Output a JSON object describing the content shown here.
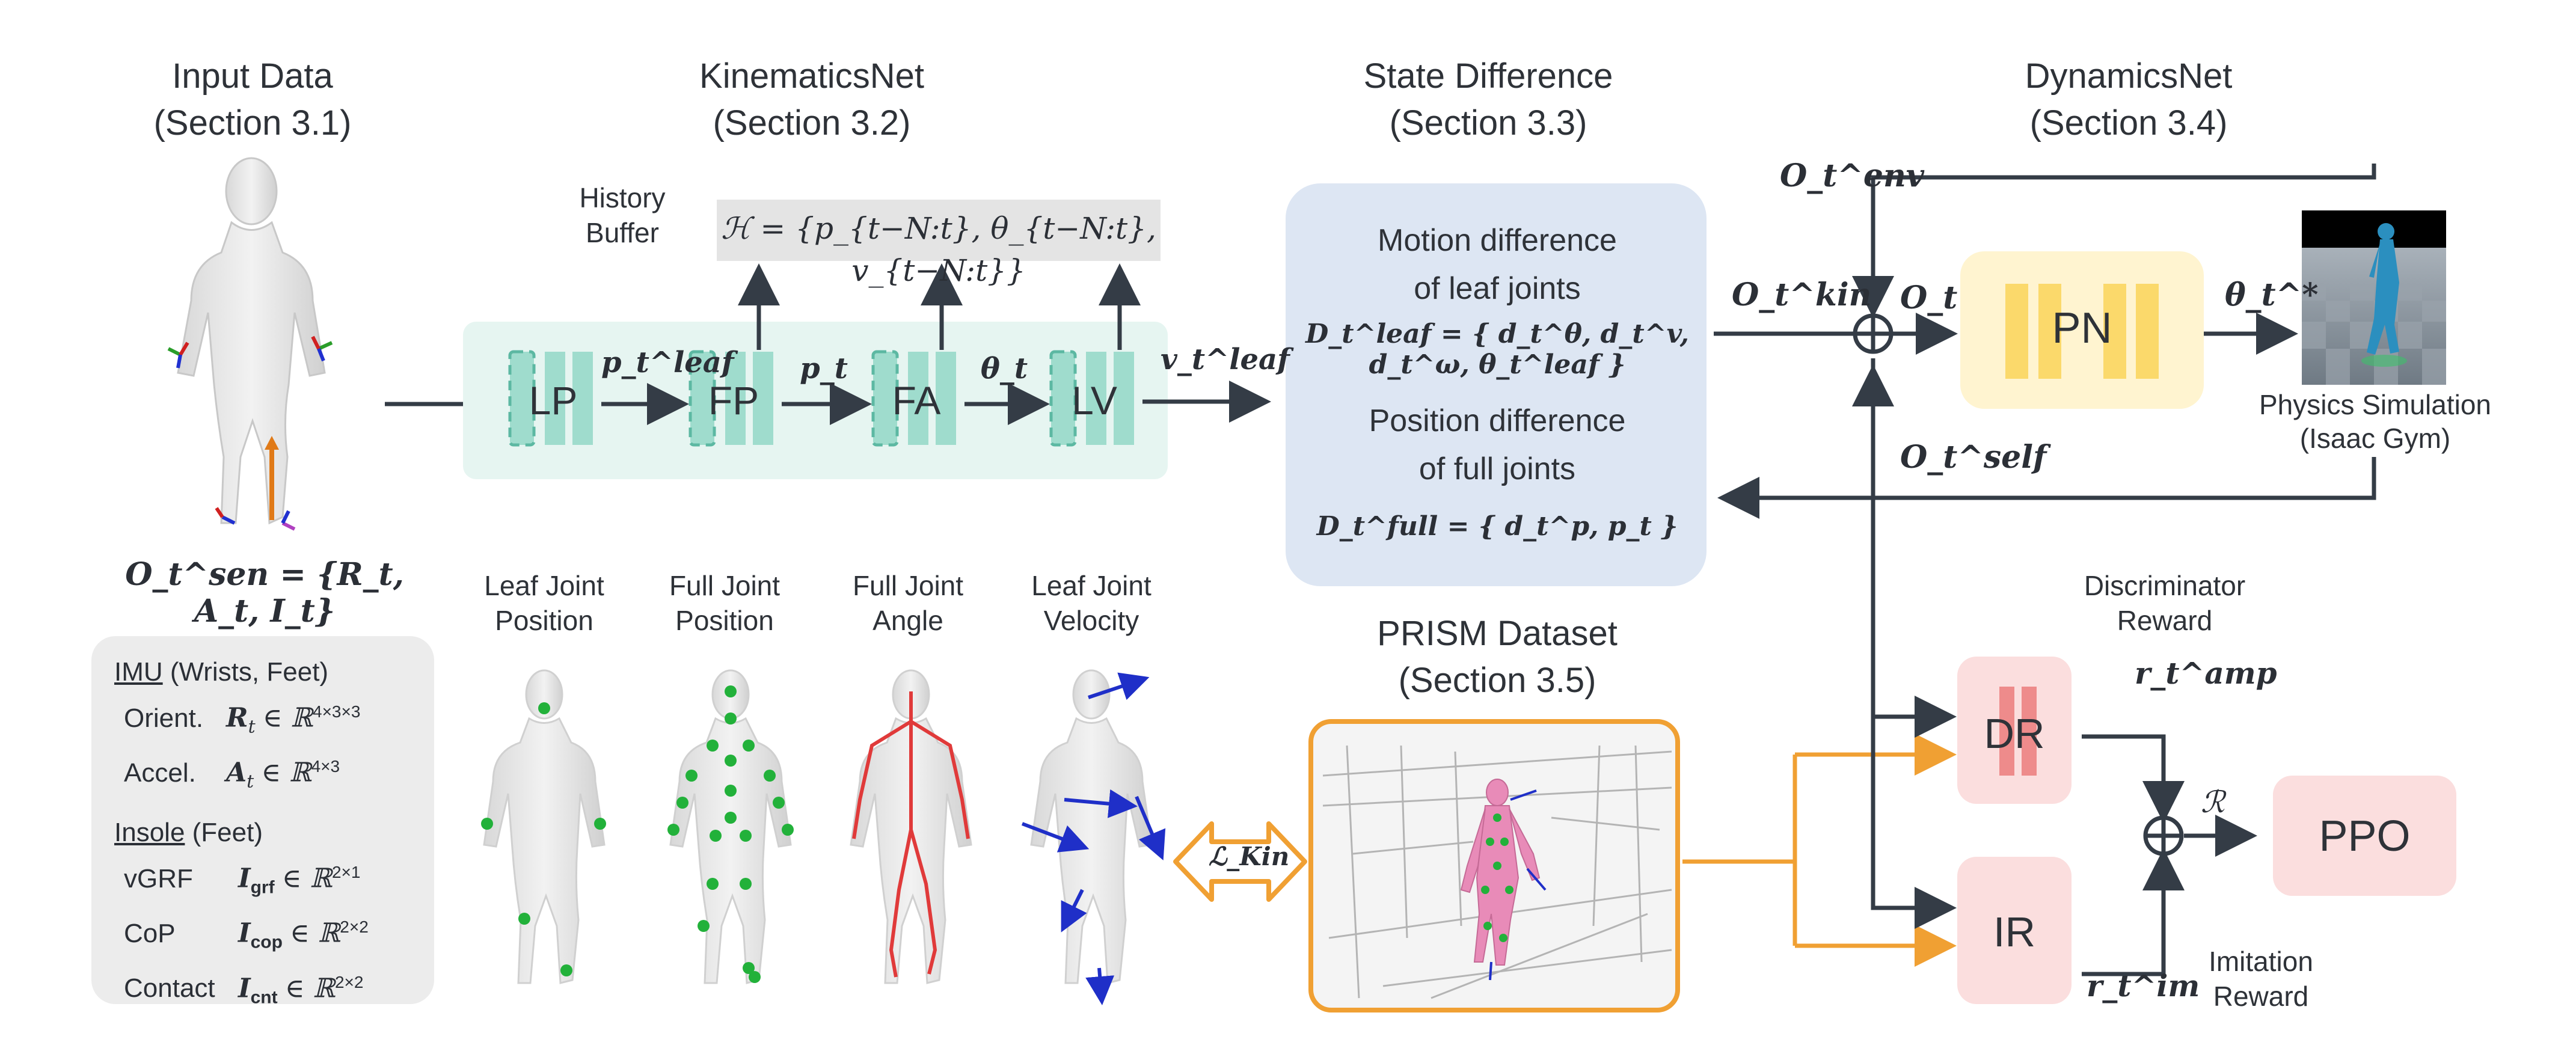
{
  "columns": {
    "input": {
      "title": "Input Data",
      "section": "(Section 3.1)"
    },
    "kinematics": {
      "title": "KinematicsNet",
      "section": "(Section 3.2)"
    },
    "state": {
      "title": "State Difference",
      "section": "(Section 3.3)"
    },
    "dynamics": {
      "title": "DynamicsNet",
      "section": "(Section 3.4)"
    }
  },
  "history_buffer": {
    "label_1": "History",
    "label_2": "Buffer",
    "formula": "ℋ = {p_{t−N:t}, θ_{t−N:t}, v_{t−N:t}}"
  },
  "kinematics_modules": [
    "LP",
    "FP",
    "FA",
    "LV"
  ],
  "kinematics_edges": [
    "p_t^leaf",
    "p_t",
    "θ_t",
    "v_t^leaf"
  ],
  "sensor_obs": "O_t^sen = {R_t, A_t, I_t}",
  "sensor_box": {
    "imu_head": "IMU",
    "imu_head_note": "(Wrists, Feet)",
    "imu_rows": [
      {
        "name": "Orient.",
        "symbol": "R",
        "sub": "t",
        "space": "∈ ℝ",
        "dims": "4×3×3"
      },
      {
        "name": "Accel.",
        "symbol": "A",
        "sub": "t",
        "space": "∈ ℝ",
        "dims": "4×3"
      }
    ],
    "insole_head": "Insole",
    "insole_head_note": "(Feet)",
    "insole_rows": [
      {
        "name": "vGRF",
        "symbol": "I",
        "sub": "grf",
        "space": "∈ ℝ",
        "dims": "2×1"
      },
      {
        "name": "CoP",
        "symbol": "I",
        "sub": "cop",
        "space": "∈ ℝ",
        "dims": "2×2"
      },
      {
        "name": "Contact",
        "symbol": "I",
        "sub": "cnt",
        "space": "∈ ℝ",
        "dims": "2×2"
      }
    ]
  },
  "pose_labels": [
    {
      "l1": "Leaf Joint",
      "l2": "Position"
    },
    {
      "l1": "Full Joint",
      "l2": "Position"
    },
    {
      "l1": "Full Joint",
      "l2": "Angle"
    },
    {
      "l1": "Leaf Joint",
      "l2": "Velocity"
    }
  ],
  "state_panel": {
    "motion_1": "Motion difference",
    "motion_2": "of leaf joints",
    "motion_formula": "D_t^leaf = { d_t^θ, d_t^v, d_t^ω, θ_t^leaf }",
    "position_1": "Position difference",
    "position_2": "of full joints",
    "position_formula": "D_t^full = { d_t^p, p_t }"
  },
  "dataset": {
    "title": "PRISM Dataset",
    "section": "(Section 3.5)",
    "loss": "ℒ_Kin"
  },
  "dynamics": {
    "o_env": "O_t^env",
    "o_kin": "O_t^kin",
    "o_t": "O_t",
    "o_self": "O_t^self",
    "pn": "PN",
    "theta_star": "θ_t^*",
    "sim_1": "Physics Simulation",
    "sim_2": "(Isaac Gym)",
    "disc_1": "Discriminator",
    "disc_2": "Reward",
    "dr": "DR",
    "ir": "IR",
    "r_amp": "r_t^amp",
    "r_im": "r_t^im",
    "R": "ℛ",
    "ppo": "PPO",
    "imit_1": "Imitation",
    "imit_2": "Reward"
  },
  "colors": {
    "teal": "#9fdccd",
    "teal_bg": "#e6f5f1",
    "blue_bg": "#dde6f3",
    "yellow": "#fbd96b",
    "yellow_bg": "#fff4d0",
    "pink": "#f8d4d4",
    "red": "#ee8b8b",
    "orange": "#f0a033",
    "dark": "#343c46"
  }
}
